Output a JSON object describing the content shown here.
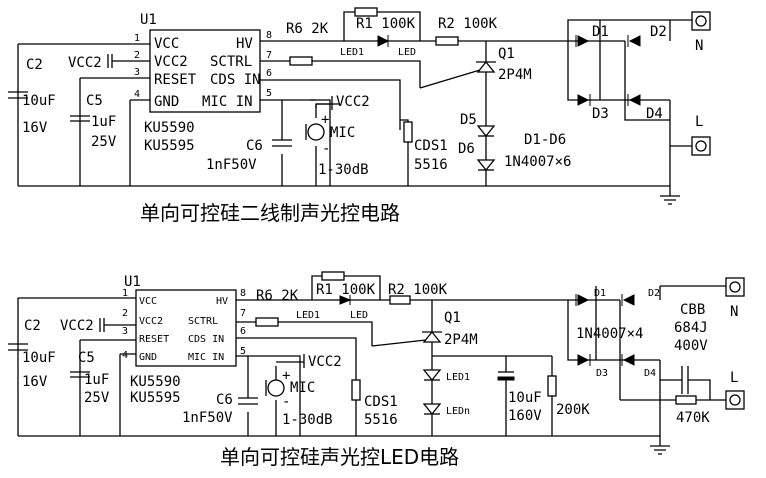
{
  "circuit1": {
    "title": "单向可控硅二线制声光控电路",
    "ic": {
      "ref": "U1",
      "part1": "KU5590",
      "part2": "KU5595",
      "pins": [
        {
          "num": "1",
          "name": "VCC"
        },
        {
          "num": "2",
          "name": "VCC2"
        },
        {
          "num": "3",
          "name": "RESET"
        },
        {
          "num": "4",
          "name": "GND"
        },
        {
          "num": "5",
          "name": "MIC IN"
        },
        {
          "num": "6",
          "name": "CDS IN"
        },
        {
          "num": "7",
          "name": "SCTRL"
        },
        {
          "num": "8",
          "name": "HV"
        }
      ]
    },
    "labels": {
      "c2": "C2",
      "c2_val": "10uF",
      "c2_v": "16V",
      "vcc2": "VCC2",
      "c5": "C5",
      "c5_val": "1uF",
      "c5_v": "25V",
      "r6": "R6 2K",
      "r1": "R1 100K",
      "r2": "R2 100K",
      "led1": "LED1",
      "led": "LED",
      "q1": "Q1",
      "q1_part": "2P4M",
      "d5": "D5",
      "d6": "D6",
      "d1d6": "D1-D6",
      "diode_part": "1N4007×6",
      "d1": "D1",
      "d2": "D2",
      "d3": "D3",
      "d4": "D4",
      "n": "N",
      "l": "L",
      "vcc2_mic": "VCC2",
      "mic": "MIC",
      "mic_range": "1-30dB",
      "c6": "C6",
      "c6_val": "1nF50V",
      "cds": "CDS1",
      "cds_part": "5516"
    }
  },
  "circuit2": {
    "title": "单向可控硅声光控LED电路",
    "ic": {
      "ref": "U1",
      "part1": "KU5590",
      "part2": "KU5595",
      "pins": [
        {
          "num": "1",
          "name": "VCC"
        },
        {
          "num": "2",
          "name": "VCC2"
        },
        {
          "num": "3",
          "name": "RESET"
        },
        {
          "num": "4",
          "name": "GND"
        },
        {
          "num": "5",
          "name": "MIC IN"
        },
        {
          "num": "6",
          "name": "CDS IN"
        },
        {
          "num": "7",
          "name": "SCTRL"
        },
        {
          "num": "8",
          "name": "HV"
        }
      ]
    },
    "labels": {
      "c2": "C2",
      "c2_val": "10uF",
      "c2_v": "16V",
      "vcc2": "VCC2",
      "c5": "C5",
      "c5_val": "1uF",
      "c5_v": "25V",
      "r6": "R6 2K",
      "r1": "R1 100K",
      "r2": "R2 100K",
      "led1": "LED1",
      "led": "LED",
      "q1": "Q1",
      "q1_part": "2P4M",
      "ledo1": "LED1",
      "ledn": "LEDn",
      "cap": "10uF",
      "cap_v": "160V",
      "r200": "200K",
      "d1": "D1",
      "d2": "D2",
      "d3": "D3",
      "d4": "D4",
      "diode_part": "1N4007×4",
      "cbb": "CBB",
      "cbb_val": "684J",
      "cbb_v": "400V",
      "r470": "470K",
      "n": "N",
      "l": "L",
      "vcc2_mic": "VCC2",
      "mic": "MIC",
      "mic_range": "1-30dB",
      "c6": "C6",
      "c6_val": "1nF50V",
      "cds": "CDS1",
      "cds_part": "5516"
    }
  }
}
